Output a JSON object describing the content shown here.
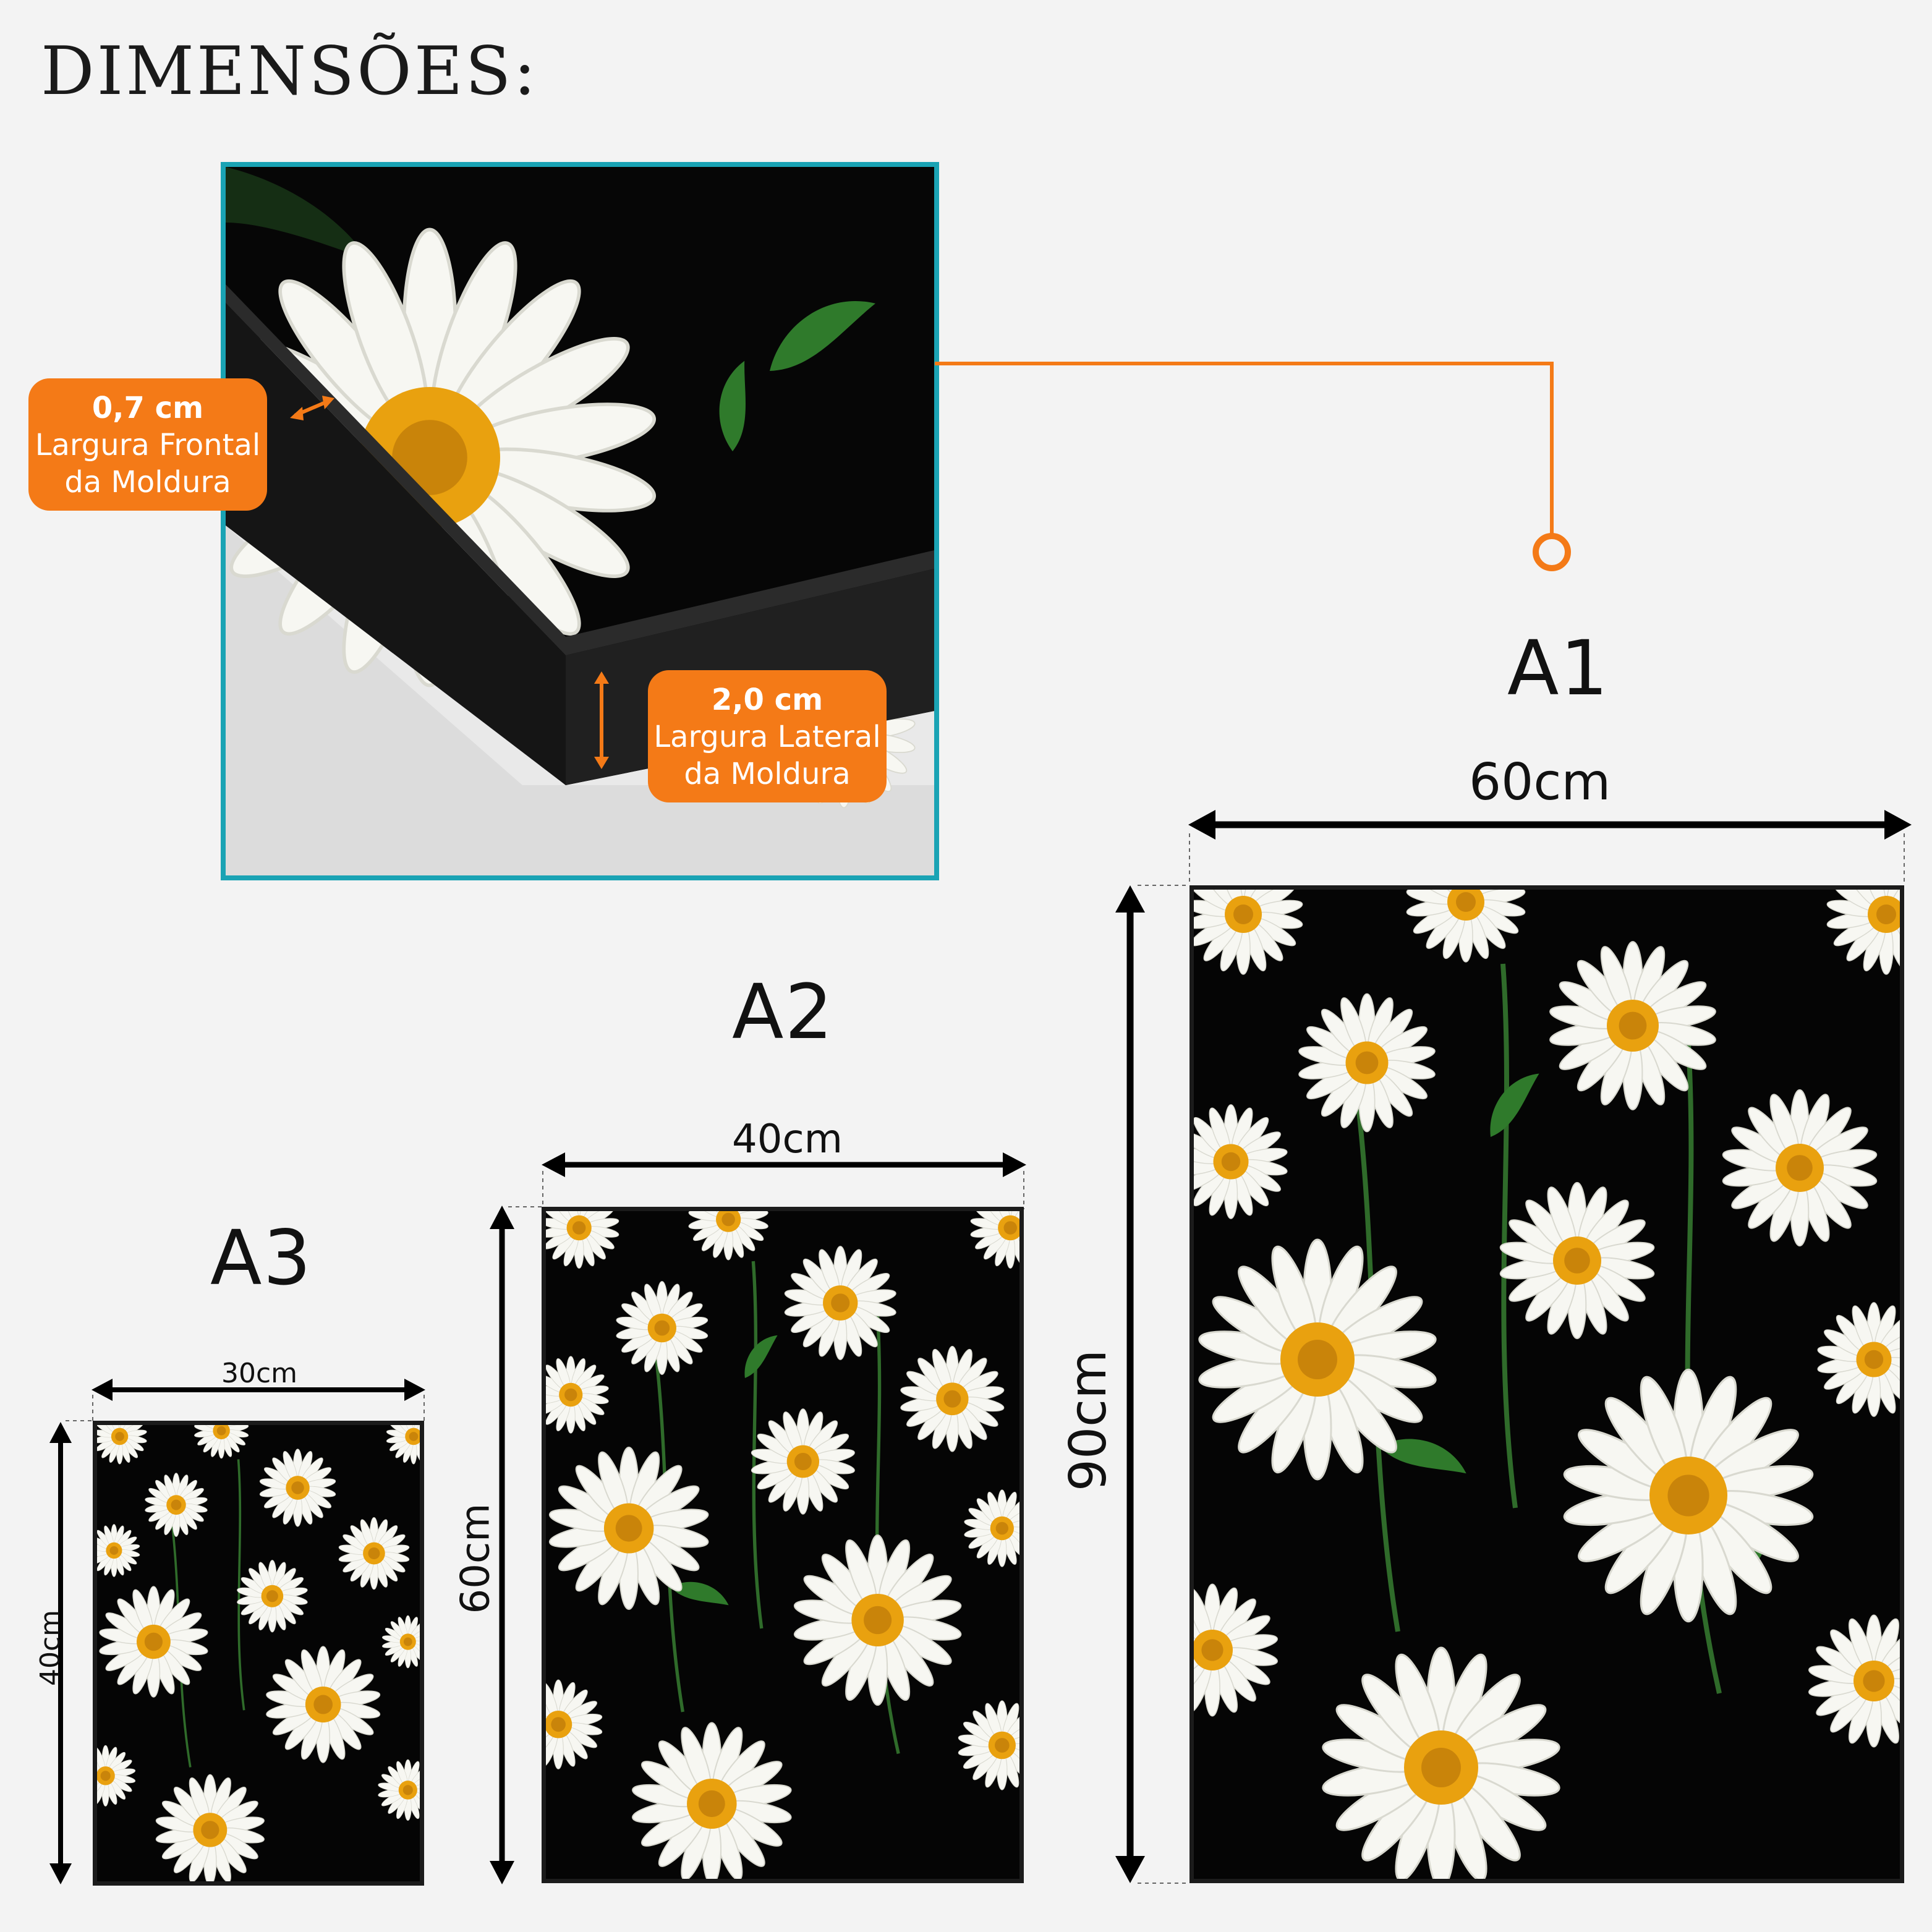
{
  "title": "DIMENSÕES:",
  "colors": {
    "accent_orange": "#f47a17",
    "frame_border_teal": "#1aa3b4",
    "background": "#f3f3f3",
    "poster_background": "#050505"
  },
  "callout": {
    "front_width": {
      "value": "0,7 cm",
      "line1": "Largura Frontal",
      "line2": "da Moldura"
    },
    "side_width": {
      "value": "2,0 cm",
      "line1": "Largura Lateral",
      "line2": "da Moldura"
    }
  },
  "sizes": {
    "a1": {
      "label": "A1",
      "width": "60cm",
      "height": "90cm"
    },
    "a2": {
      "label": "A2",
      "width": "40cm",
      "height": "60cm"
    },
    "a3": {
      "label": "A3",
      "width": "30cm",
      "height": "40cm"
    }
  }
}
